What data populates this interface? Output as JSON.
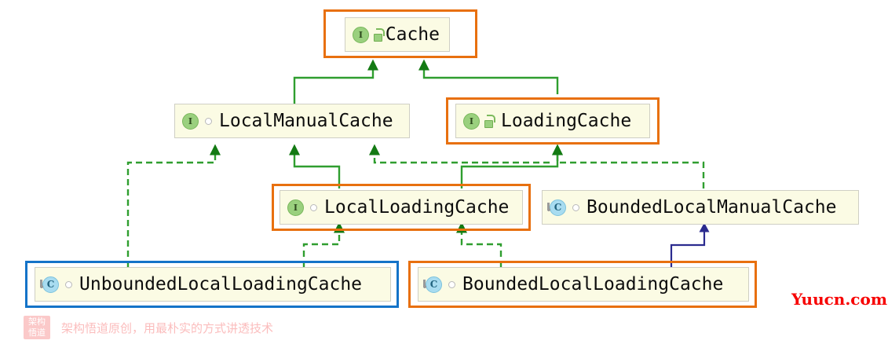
{
  "diagram": {
    "title": "Cache class hierarchy",
    "colors": {
      "node_fill": "#fbfbe4",
      "node_border": "#cfcfc4",
      "selection_orange": "#e8700f",
      "selection_blue": "#1473c8",
      "edge_green": "#2f9e2f",
      "arrow_green": "#137a13",
      "edge_blue": "#2b2b8f",
      "watermark_pink": "#fbbdbd",
      "brand_red": "#f70000"
    },
    "nodes": [
      {
        "id": "cache",
        "label": "Cache",
        "kind_icon": "interface-icon",
        "kind_letter": "I",
        "visibility_icon": "padlock-open-icon",
        "selected": true,
        "selection_color": "orange"
      },
      {
        "id": "local-manual-cache",
        "label": "LocalManualCache",
        "kind_icon": "interface-icon",
        "kind_letter": "I",
        "visibility_icon": "circle-outline-icon",
        "selected": false,
        "selection_color": "none"
      },
      {
        "id": "loading-cache",
        "label": "LoadingCache",
        "kind_icon": "interface-icon",
        "kind_letter": "I",
        "visibility_icon": "padlock-open-icon",
        "selected": true,
        "selection_color": "orange"
      },
      {
        "id": "local-loading-cache",
        "label": "LocalLoadingCache",
        "kind_icon": "interface-icon",
        "kind_letter": "I",
        "visibility_icon": "circle-outline-icon",
        "selected": true,
        "selection_color": "orange"
      },
      {
        "id": "bounded-local-manual-cache",
        "label": "BoundedLocalManualCache",
        "kind_icon": "class-icon",
        "kind_letter": "C",
        "visibility_icon": "circle-outline-icon",
        "selected": false,
        "selection_color": "none"
      },
      {
        "id": "unbounded-local-loading-cache",
        "label": "UnboundedLocalLoadingCache",
        "kind_icon": "class-icon",
        "kind_letter": "C",
        "visibility_icon": "circle-outline-icon",
        "selected": true,
        "selection_color": "blue"
      },
      {
        "id": "bounded-local-loading-cache",
        "label": "BoundedLocalLoadingCache",
        "kind_icon": "class-icon",
        "kind_letter": "C",
        "visibility_icon": "circle-outline-icon",
        "selected": true,
        "selection_color": "orange"
      }
    ],
    "edges": [
      {
        "from": "local-manual-cache",
        "to": "cache",
        "style": "solid",
        "color": "green"
      },
      {
        "from": "loading-cache",
        "to": "cache",
        "style": "solid",
        "color": "green"
      },
      {
        "from": "local-loading-cache",
        "to": "local-manual-cache",
        "style": "solid",
        "color": "green"
      },
      {
        "from": "local-loading-cache",
        "to": "loading-cache",
        "style": "solid",
        "color": "green"
      },
      {
        "from": "unbounded-local-loading-cache",
        "to": "local-manual-cache",
        "style": "dashed",
        "color": "green"
      },
      {
        "from": "unbounded-local-loading-cache",
        "to": "local-loading-cache",
        "style": "dashed",
        "color": "green"
      },
      {
        "from": "bounded-local-manual-cache",
        "to": "local-manual-cache",
        "style": "dashed",
        "color": "green"
      },
      {
        "from": "bounded-local-manual-cache",
        "to": "loading-cache",
        "style": "dashed",
        "color": "green"
      },
      {
        "from": "bounded-local-loading-cache",
        "to": "local-loading-cache",
        "style": "dashed",
        "color": "green"
      },
      {
        "from": "bounded-local-loading-cache",
        "to": "bounded-local-manual-cache",
        "style": "solid",
        "color": "blue"
      }
    ]
  },
  "watermark": {
    "badge_line1": "架构",
    "badge_line2": "悟道",
    "text": "架构悟道原创，用最朴实的方式讲透技术"
  },
  "brand": {
    "text": "Yuucn.com"
  }
}
